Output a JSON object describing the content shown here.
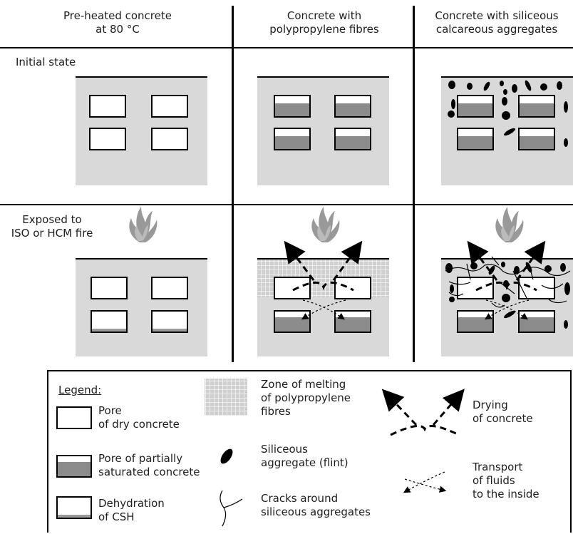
{
  "columns": [
    {
      "header": "Pre-heated concrete\nat 80 °C"
    },
    {
      "header": "Concrete with\npolypropylene fibres"
    },
    {
      "header": "Concrete with siliceous\ncalcareous aggregates"
    }
  ],
  "rows": [
    {
      "label": "Initial state"
    },
    {
      "label": "Exposed to\nISO or HCM fire"
    }
  ],
  "legend": {
    "title": "Legend:",
    "pore_dry": "Pore\nof dry concrete",
    "pore_saturated": "Pore of partially\nsaturated concrete",
    "dehydration": "Dehydration\nof CSH",
    "melting_zone": "Zone of melting\nof polypropylene\nfibres",
    "siliceous_aggregate": "Siliceous\naggregate (flint)",
    "cracks": "Cracks around\nsiliceous aggregates",
    "drying": "Drying\nof concrete",
    "transport": "Transport\nof fluids\nto the inside"
  },
  "colors": {
    "concrete": "#d9d9d9",
    "water": "#8c8c8c",
    "fire": "#9a9a9a",
    "line": "#000000"
  }
}
